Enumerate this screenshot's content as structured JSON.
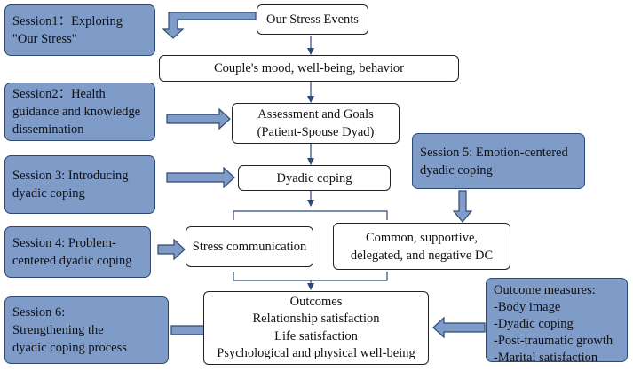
{
  "colors": {
    "session_fill": "#7f9bc8",
    "session_border": "#2e4a74",
    "arrow_fill": "#7f9bc8",
    "connector": "#2e4a74"
  },
  "sessions": {
    "s1": "Session1：Exploring\n\"Our Stress\"",
    "s2": "Session2：Health\nguidance and knowledge\ndissemination",
    "s3": "Session 3: Introducing\ndyadic coping",
    "s4": "Session 4: Problem-\ncentered dyadic coping",
    "s5": "Session 5: Emotion-centered\ndyadic coping",
    "s6": "Session 6:\nStrengthening the\ndyadic coping process"
  },
  "flow": {
    "stress_events": "Our Stress Events",
    "couples_mood": "Couple's mood, well-being, behavior",
    "assessment": "Assessment and Goals\n(Patient-Spouse Dyad)",
    "dyadic_coping": "Dyadic coping",
    "stress_communication": "Stress communication",
    "common_dc": "Common, supportive,\ndelegated, and negative DC",
    "outcomes": {
      "title": "Outcomes",
      "items": [
        "Relationship satisfaction",
        "Life satisfaction",
        "Psychological and physical well-being"
      ]
    }
  },
  "outcome_measures": {
    "title": "Outcome measures:",
    "items": [
      "-Body image",
      "-Dyadic coping",
      "-Post-traumatic growth",
      "-Marital satisfaction"
    ]
  }
}
